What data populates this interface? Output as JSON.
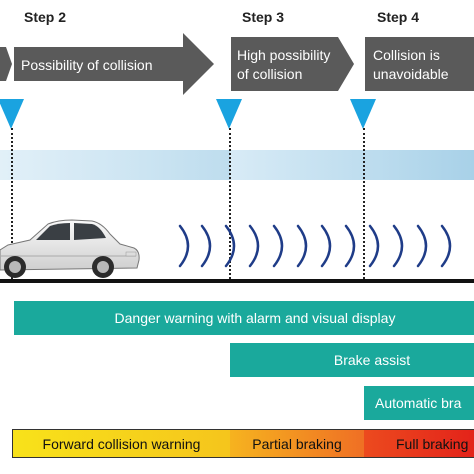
{
  "steps": [
    {
      "label": "Step 2"
    },
    {
      "label": "Step 3"
    },
    {
      "label": "Step 4"
    }
  ],
  "phases": [
    {
      "text": "Possibility of collision"
    },
    {
      "line1": "High possibility",
      "line2": "of collision"
    },
    {
      "line1": "Collision is",
      "line2": "unavoidable"
    }
  ],
  "systems": [
    {
      "label": "Danger warning with alarm and visual display"
    },
    {
      "label": "Brake assist"
    },
    {
      "label": "Automatic bra"
    }
  ],
  "stages": [
    {
      "label": "Forward collision warning"
    },
    {
      "label": "Partial braking"
    },
    {
      "label": "Full braking"
    }
  ],
  "colors": {
    "arrow": "#5a5a5a",
    "marker": "#1aa3e0",
    "teal": "#1aa99c",
    "stage_yellow": "#f7d31a",
    "stage_orange": "#f28a22",
    "stage_red": "#e8341c"
  }
}
